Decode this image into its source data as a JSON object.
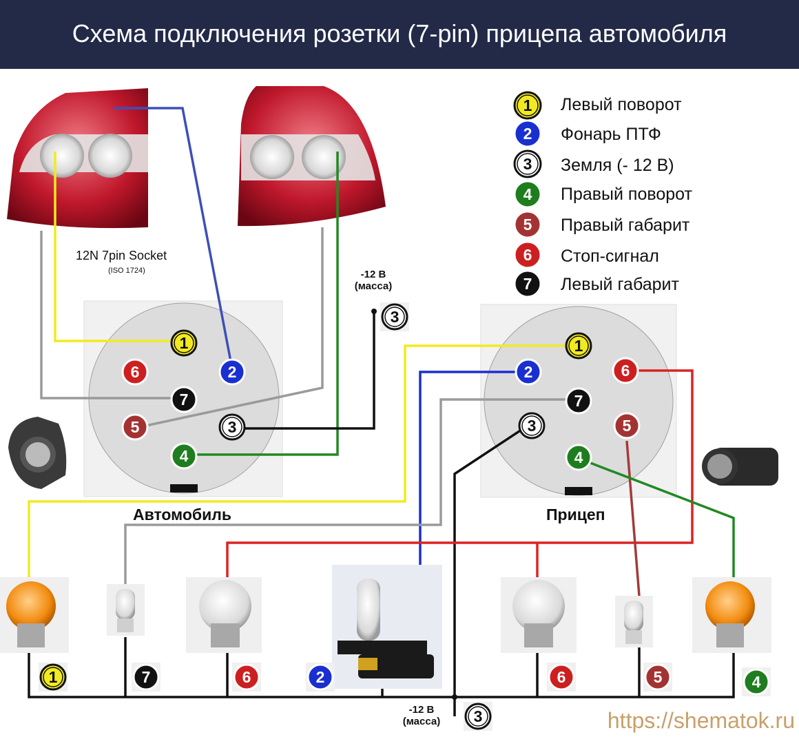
{
  "title": "Схема подключения розетки (7-pin) прицепа автомобиля",
  "socket_label": "12N 7pin Socket",
  "socket_standard": "(ISO 1724)",
  "car_label": "Автомобиль",
  "trailer_label": "Прицеп",
  "ground_top": "-12 В\n(масса)",
  "ground_bottom": "-12 В\n(масса)",
  "watermark": "https://shematok.ru",
  "legend": [
    {
      "num": "1",
      "label": "Левый поворот",
      "color": "#f2ea20",
      "text": "#111111"
    },
    {
      "num": "2",
      "label": "Фонарь ПТФ",
      "color": "#1a2fd0",
      "text": "#ffffff"
    },
    {
      "num": "3",
      "label": "Земля (- 12 В)",
      "color": "#ffffff",
      "text": "#111111"
    },
    {
      "num": "4",
      "label": "Правый поворот",
      "color": "#1e7d1e",
      "text": "#ffffff"
    },
    {
      "num": "5",
      "label": "Правый габарит",
      "color": "#a33333",
      "text": "#ffffff"
    },
    {
      "num": "6",
      "label": "Стоп-сигнал",
      "color": "#cc2020",
      "text": "#ffffff"
    },
    {
      "num": "7",
      "label": "Левый габарит",
      "color": "#111111",
      "text": "#ffffff"
    }
  ],
  "wire_colors": {
    "yellow": "#f2ea20",
    "blue": "#3e4fb8",
    "gray": "#9a9a9a",
    "green": "#228822",
    "black": "#111111",
    "red": "#dd2222",
    "darkred": "#a33a3a"
  }
}
